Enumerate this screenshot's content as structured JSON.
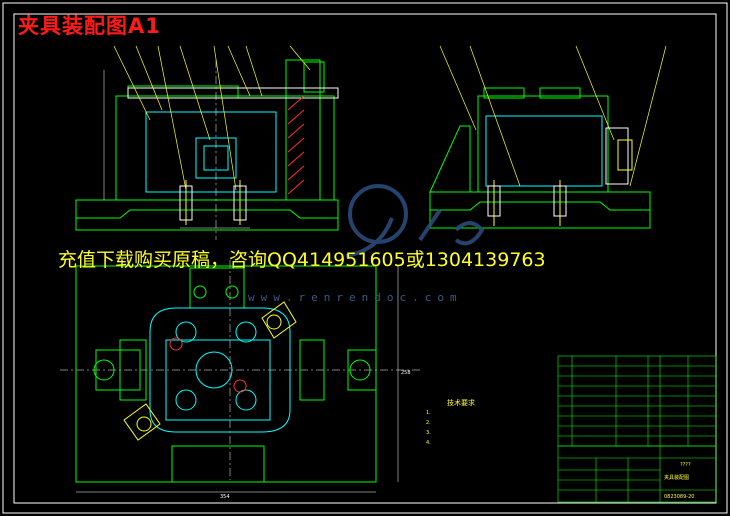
{
  "title": "夹具装配图A1",
  "advert": "充值下载购买原稿，咨询QQ414951605或1304139763",
  "watermark_url": "www.renrendoc.com",
  "tech_requirements": {
    "heading": "技术要求",
    "items": [
      "1.",
      "2.",
      "3.",
      "4."
    ]
  },
  "title_block": {
    "drawing_name": "夹具装配图",
    "drawing_number": "0823089-20",
    "mark": "????"
  },
  "dimensions": {
    "bottom_width": "354",
    "right_height": "258"
  },
  "colors": {
    "background": "#000000",
    "frame": "#ffffff",
    "green_line": "#00ff00",
    "cyan_line": "#00ffff",
    "yellow_text": "#ffff22",
    "red_hatch": "#ff3030",
    "title_red": "#ff1a1a"
  }
}
